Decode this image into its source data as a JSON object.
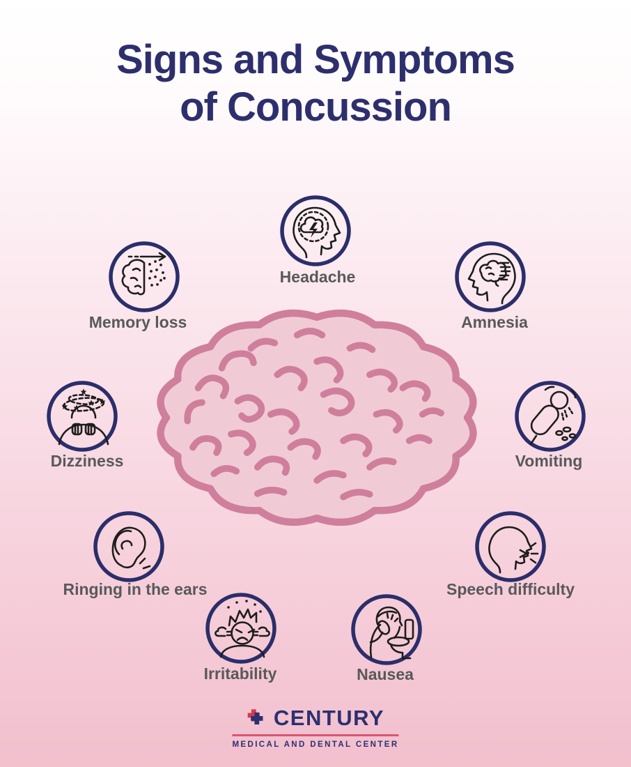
{
  "title": {
    "line1": "Signs and Symptoms",
    "line2": "of Concussion"
  },
  "symptoms": [
    {
      "label": "Headache",
      "icon": "headache-icon"
    },
    {
      "label": "Memory loss",
      "icon": "memory-loss-icon"
    },
    {
      "label": "Amnesia",
      "icon": "amnesia-icon"
    },
    {
      "label": "Dizziness",
      "icon": "dizziness-icon"
    },
    {
      "label": "Vomiting",
      "icon": "vomiting-icon"
    },
    {
      "label": "Ringing in the ears",
      "icon": "ringing-in-the-ears-icon"
    },
    {
      "label": "Speech difficulty",
      "icon": "speech-difficulty-icon"
    },
    {
      "label": "Irritability",
      "icon": "irritability-icon"
    },
    {
      "label": "Nausea",
      "icon": "nausea-icon"
    }
  ],
  "center_image": "brain-illustration",
  "logo": {
    "name": "CENTURY",
    "tagline": "MEDICAL AND DENTAL CENTER",
    "mark": "medical-cross-icon"
  },
  "colors": {
    "title_navy": "#2d2f6d",
    "ring_navy": "#2b2e6a",
    "label_gray": "#58595b",
    "icon_ink": "#1d1d1d",
    "brain_fill": "#f0cbd6",
    "brain_line": "#cf7f9b",
    "background_top": "#ffffff",
    "background_bottom": "#f2bfcd",
    "logo_navy": "#2b3071",
    "logo_red": "#d63a4a",
    "logo_divider": "#dc5570"
  }
}
